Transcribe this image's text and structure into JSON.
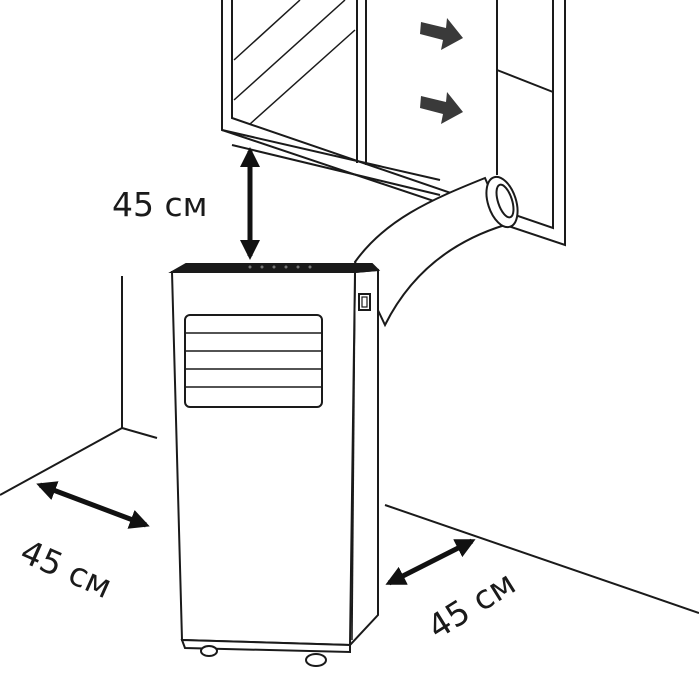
{
  "diagram": {
    "labels": {
      "top_clearance": "45 см",
      "left_clearance": "45 см",
      "right_clearance": "45 см"
    },
    "colors": {
      "line": "#1a1a1a",
      "arrow_fill": "#111111",
      "airflow_arrow": "#3a3a3a",
      "unit_fill": "#ffffff",
      "control_panel": "#1a1a1a"
    }
  }
}
